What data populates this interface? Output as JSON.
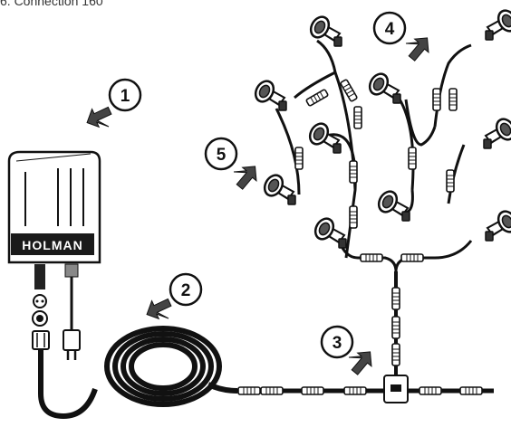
{
  "caption": "6.   Connection 160",
  "brand_label": "HOLMAN",
  "callouts": [
    "1",
    "2",
    "3",
    "4",
    "5"
  ]
}
